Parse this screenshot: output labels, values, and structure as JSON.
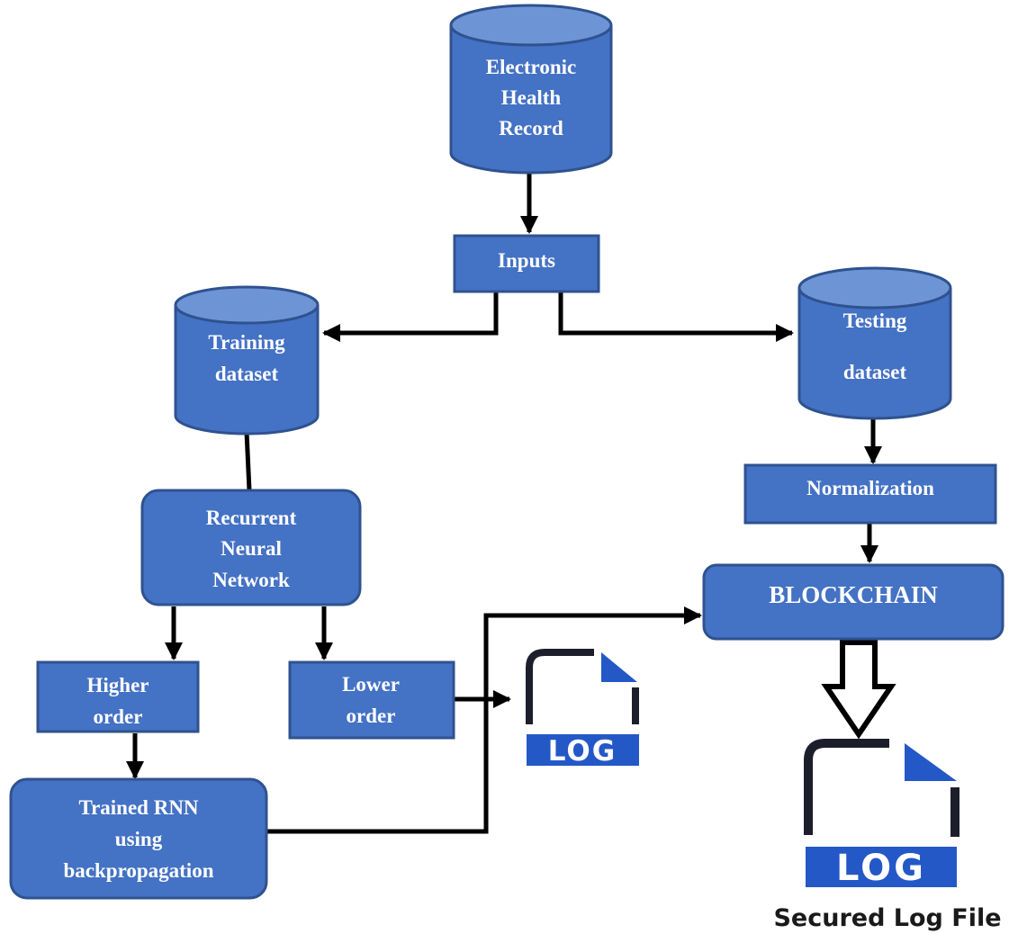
{
  "nodes": {
    "ehr": {
      "lines": [
        "Electronic",
        "Health",
        "Record"
      ]
    },
    "inputs": {
      "lines": [
        "Inputs"
      ]
    },
    "training": {
      "lines": [
        "Training",
        "dataset"
      ]
    },
    "testing": {
      "lines": [
        "Testing",
        "dataset"
      ]
    },
    "normalization": {
      "lines": [
        "Normalization"
      ]
    },
    "rnn": {
      "lines": [
        "Recurrent",
        "Neural",
        "Network"
      ]
    },
    "higher": {
      "lines": [
        "Higher",
        "order"
      ]
    },
    "lower": {
      "lines": [
        "Lower",
        "order"
      ]
    },
    "trained": {
      "lines": [
        "Trained RNN",
        "using",
        "backpropagation"
      ]
    },
    "blockchain": {
      "lines": [
        "BLOCKCHAIN"
      ]
    }
  },
  "log_icons": {
    "small": {
      "text": "LOG"
    },
    "secured": {
      "text": "LOG",
      "caption": "Secured Log File"
    }
  },
  "colors": {
    "node_fill": "#4472c4",
    "node_stroke": "#2f528f",
    "cylinder_top": "#6d95d6",
    "log_accent": "#2458c6"
  }
}
